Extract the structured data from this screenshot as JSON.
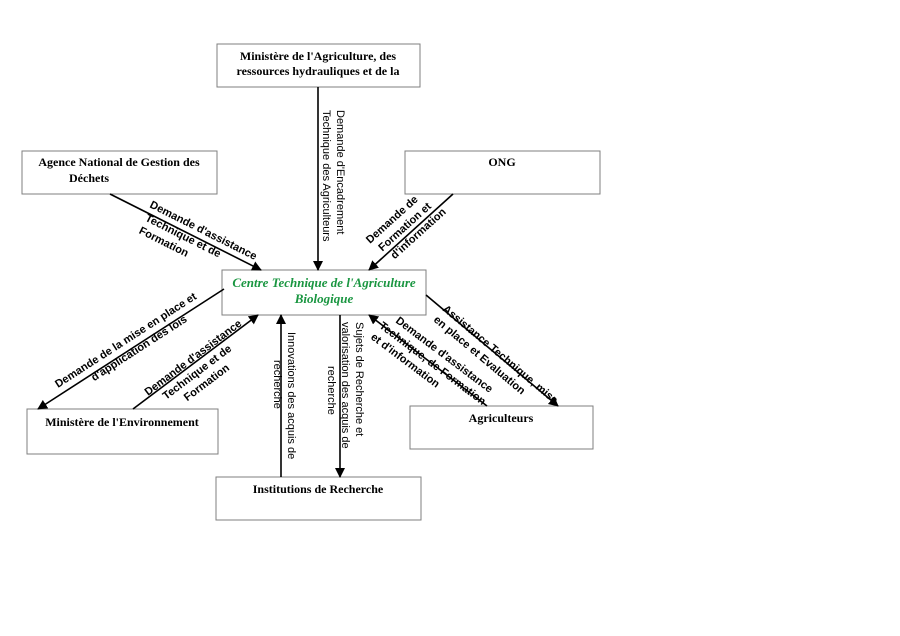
{
  "colors": {
    "center_text": "#1a9641",
    "box_border": "#7f7f7f",
    "arrow": "#000000"
  },
  "boxes": {
    "center": {
      "line1": "Centre Technique de l'Agriculture",
      "line2": "Biologique"
    },
    "ministere_agriculture": {
      "line1": "Ministère de l'Agriculture, des",
      "line2": "ressources hydrauliques et de la"
    },
    "agence_dechets": {
      "line1": "Agence National de Gestion des",
      "line2": "Déchets"
    },
    "ong": {
      "line1": "ONG"
    },
    "ministere_environnement": {
      "line1": "Ministère de l'Environnement"
    },
    "agriculteurs": {
      "line1": "Agriculteurs"
    },
    "institutions_recherche": {
      "line1": "Institutions de Recherche"
    }
  },
  "flows": {
    "min_agri_to_center": {
      "line1": "Demande d'Encadrement",
      "line2": "Technique des Agriculteurs"
    },
    "agence_to_center": {
      "line1": "Demande d'assistance",
      "line2": "Technique et de",
      "line3": "Formation"
    },
    "ong_to_center": {
      "line1": "Demande de",
      "line2": "Formation et",
      "line3": "d'information"
    },
    "center_to_min_env": {
      "line1": "Demande de la mise en place et",
      "line2": "d'application des lois"
    },
    "min_env_to_center": {
      "line1": "Demande d'assistance",
      "line2": "Technique et de",
      "line3": "Formation"
    },
    "institutions_to_center": {
      "line1": "Innovations des acquis de",
      "line2": "recherche"
    },
    "center_to_institutions": {
      "line1": "Sujets de Recherche et",
      "line2": "valorisation des acquis de",
      "line3": "recherche"
    },
    "center_to_agriculteurs": {
      "line1": "Assistance Technique, mise",
      "line2": "en place et Evaluation"
    },
    "agriculteurs_to_center": {
      "line1": "Demande d'assistance",
      "line2": "Technique, de Formation",
      "line3": "et d'information"
    }
  }
}
